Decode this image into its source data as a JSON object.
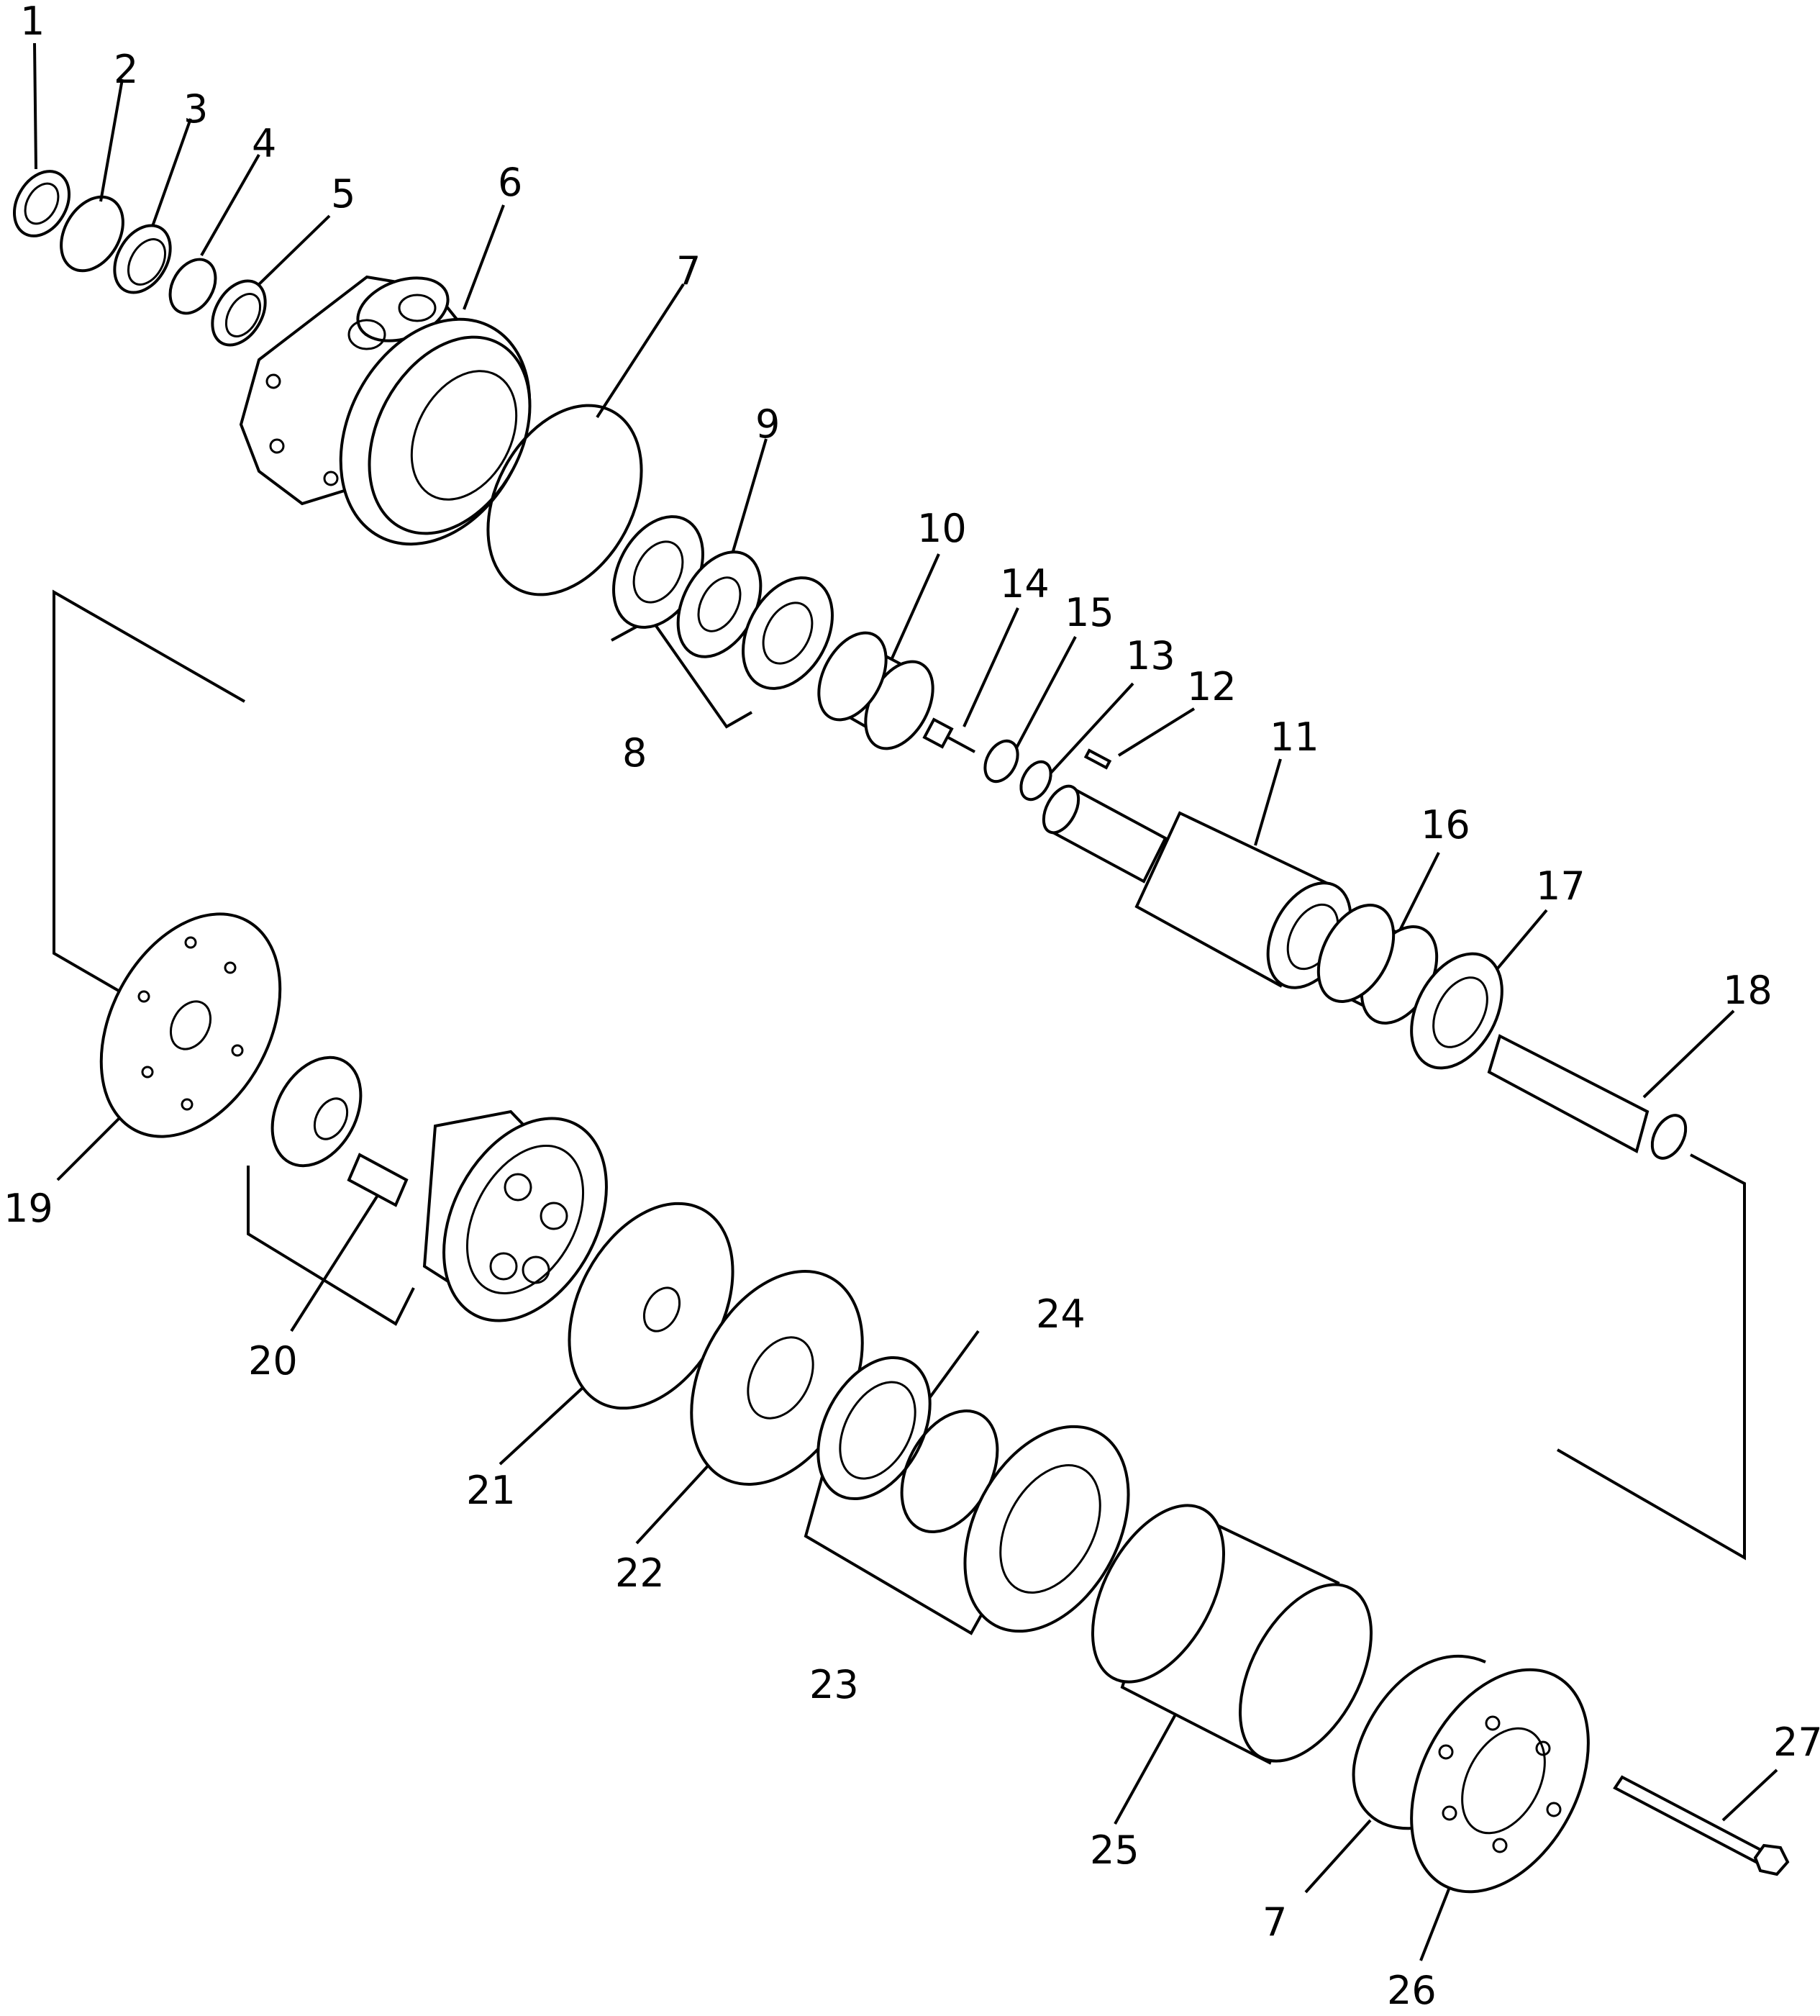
{
  "diagram": {
    "labels": [
      "1",
      "2",
      "3",
      "4",
      "5",
      "6",
      "7",
      "8",
      "9",
      "10",
      "11",
      "12",
      "13",
      "14",
      "15",
      "16",
      "17",
      "18",
      "19",
      "20",
      "21",
      "22",
      "23",
      "24",
      "25",
      "26",
      "27",
      "7"
    ]
  }
}
